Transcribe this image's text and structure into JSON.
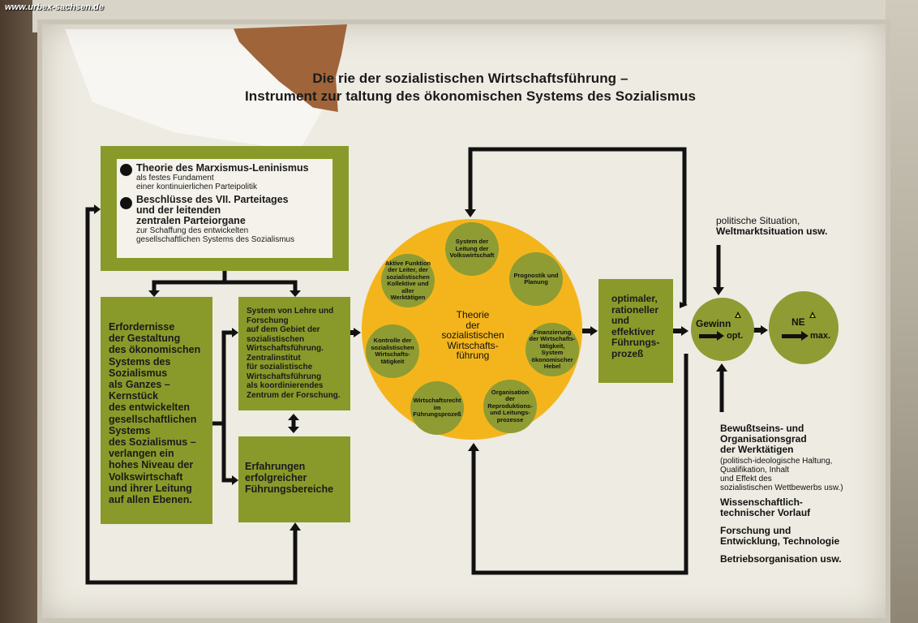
{
  "watermark": "www.urbex-sachsen.de",
  "title": {
    "line1": "Die   rie der sozialistischen Wirtschaftsführung –",
    "line2": "Instrument zur  taltung des ökonomischen Systems des Sozialismus"
  },
  "top_box": {
    "item1_head": "Theorie des Marxismus-Leninismus",
    "item1_sub1": "als festes Fundament",
    "item1_sub2": "einer kontinuierlichen Parteipolitik",
    "item2_head1": "Beschlüsse des VII. Parteitages",
    "item2_head2": "und der leitenden",
    "item2_head3": "zentralen Parteiorgane",
    "item2_sub1": "zur Schaffung des entwickelten",
    "item2_sub2": "gesellschaftlichen Systems des Sozialismus"
  },
  "left_box": {
    "lines": [
      "Erfordernisse",
      "der Gestaltung",
      "des ökonomischen",
      "Systems des",
      "Sozialismus",
      "als Ganzes –",
      "Kernstück",
      "des entwickelten",
      "gesellschaftlichen",
      "Systems",
      "des Sozialismus –",
      "verlangen ein",
      "hohes Niveau der",
      "Volkswirtschaft",
      "und ihrer Leitung",
      "auf allen Ebenen."
    ]
  },
  "mid_box": {
    "lines": [
      "System von Lehre und",
      "Forschung",
      "auf dem Gebiet der",
      "sozialistischen",
      "Wirtschaftsführung.",
      "Zentralinstitut",
      "für sozialistische",
      "Wirtschaftsführung",
      "als koordinierendes",
      "Zentrum der Forschung."
    ]
  },
  "exp_box": {
    "lines": [
      "Erfahrungen",
      "erfolgreicher",
      "Führungsbereiche"
    ]
  },
  "circle": {
    "center_lines": [
      "Theorie",
      "der",
      "sozialistischen",
      "Wirtschafts-",
      "führung"
    ],
    "sub_top": "System der Leitung der Volkswirtschaft",
    "sub_top_right": "Prognostik und Planung",
    "sub_right": "Finanzierung der Wirtschafts-tätigkeit, System ökonomischer Hebel",
    "sub_bottom_right": "Organisation der Reproduktions- und Leitungs-prozesse",
    "sub_bottom_left": "Wirtschaftsrecht im Führungsprozeß",
    "sub_left": "Kontrolle der sozialistischen Wirtschafts-tätigkeit",
    "sub_top_left": "Aktive Funktion der Leiter, der sozialistischen Kollektive und aller Werktätigen"
  },
  "right_box": {
    "lines": [
      "optimaler,",
      "rationeller",
      "und",
      "effektiver",
      "Führungs-",
      "prozeß"
    ]
  },
  "gewinn": {
    "label": "Gewinn",
    "sub": "opt."
  },
  "ne": {
    "label": "NE",
    "sub": "max."
  },
  "factors": {
    "top_line1": "politische Situation,",
    "top_line2": "Weltmarktsituation usw.",
    "b1_head1": "Bewußtseins- und",
    "b1_head2": "Organisationsgrad",
    "b1_head3": "der Werktätigen",
    "b1_sub1": "(politisch-ideologische Haltung,",
    "b1_sub2": "Qualifikation, Inhalt",
    "b1_sub3": "und Effekt des",
    "b1_sub4": "sozialistischen Wettbewerbs usw.)",
    "b2_line1": "Wissenschaftlich-",
    "b2_line2": "technischer Vorlauf",
    "b3_line1": "Forschung und",
    "b3_line2": "Entwicklung, Technologie",
    "b4": "Betriebsorganisation usw."
  },
  "colors": {
    "box_green": "#8a9a2a",
    "circle_yellow": "#f4b51c",
    "node_green": "#8e9c33",
    "board": "#eeebe2",
    "tear": "#a0643a"
  }
}
